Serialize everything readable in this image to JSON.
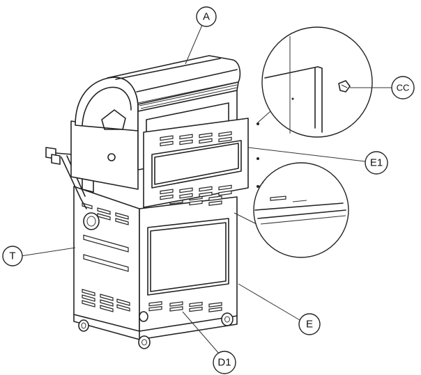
{
  "callouts": [
    {
      "id": "A",
      "label": "A"
    },
    {
      "id": "CC",
      "label": "CC"
    },
    {
      "id": "E1",
      "label": "E1"
    },
    {
      "id": "T",
      "label": "T"
    },
    {
      "id": "E",
      "label": "E"
    },
    {
      "id": "D1",
      "label": "D1"
    }
  ]
}
